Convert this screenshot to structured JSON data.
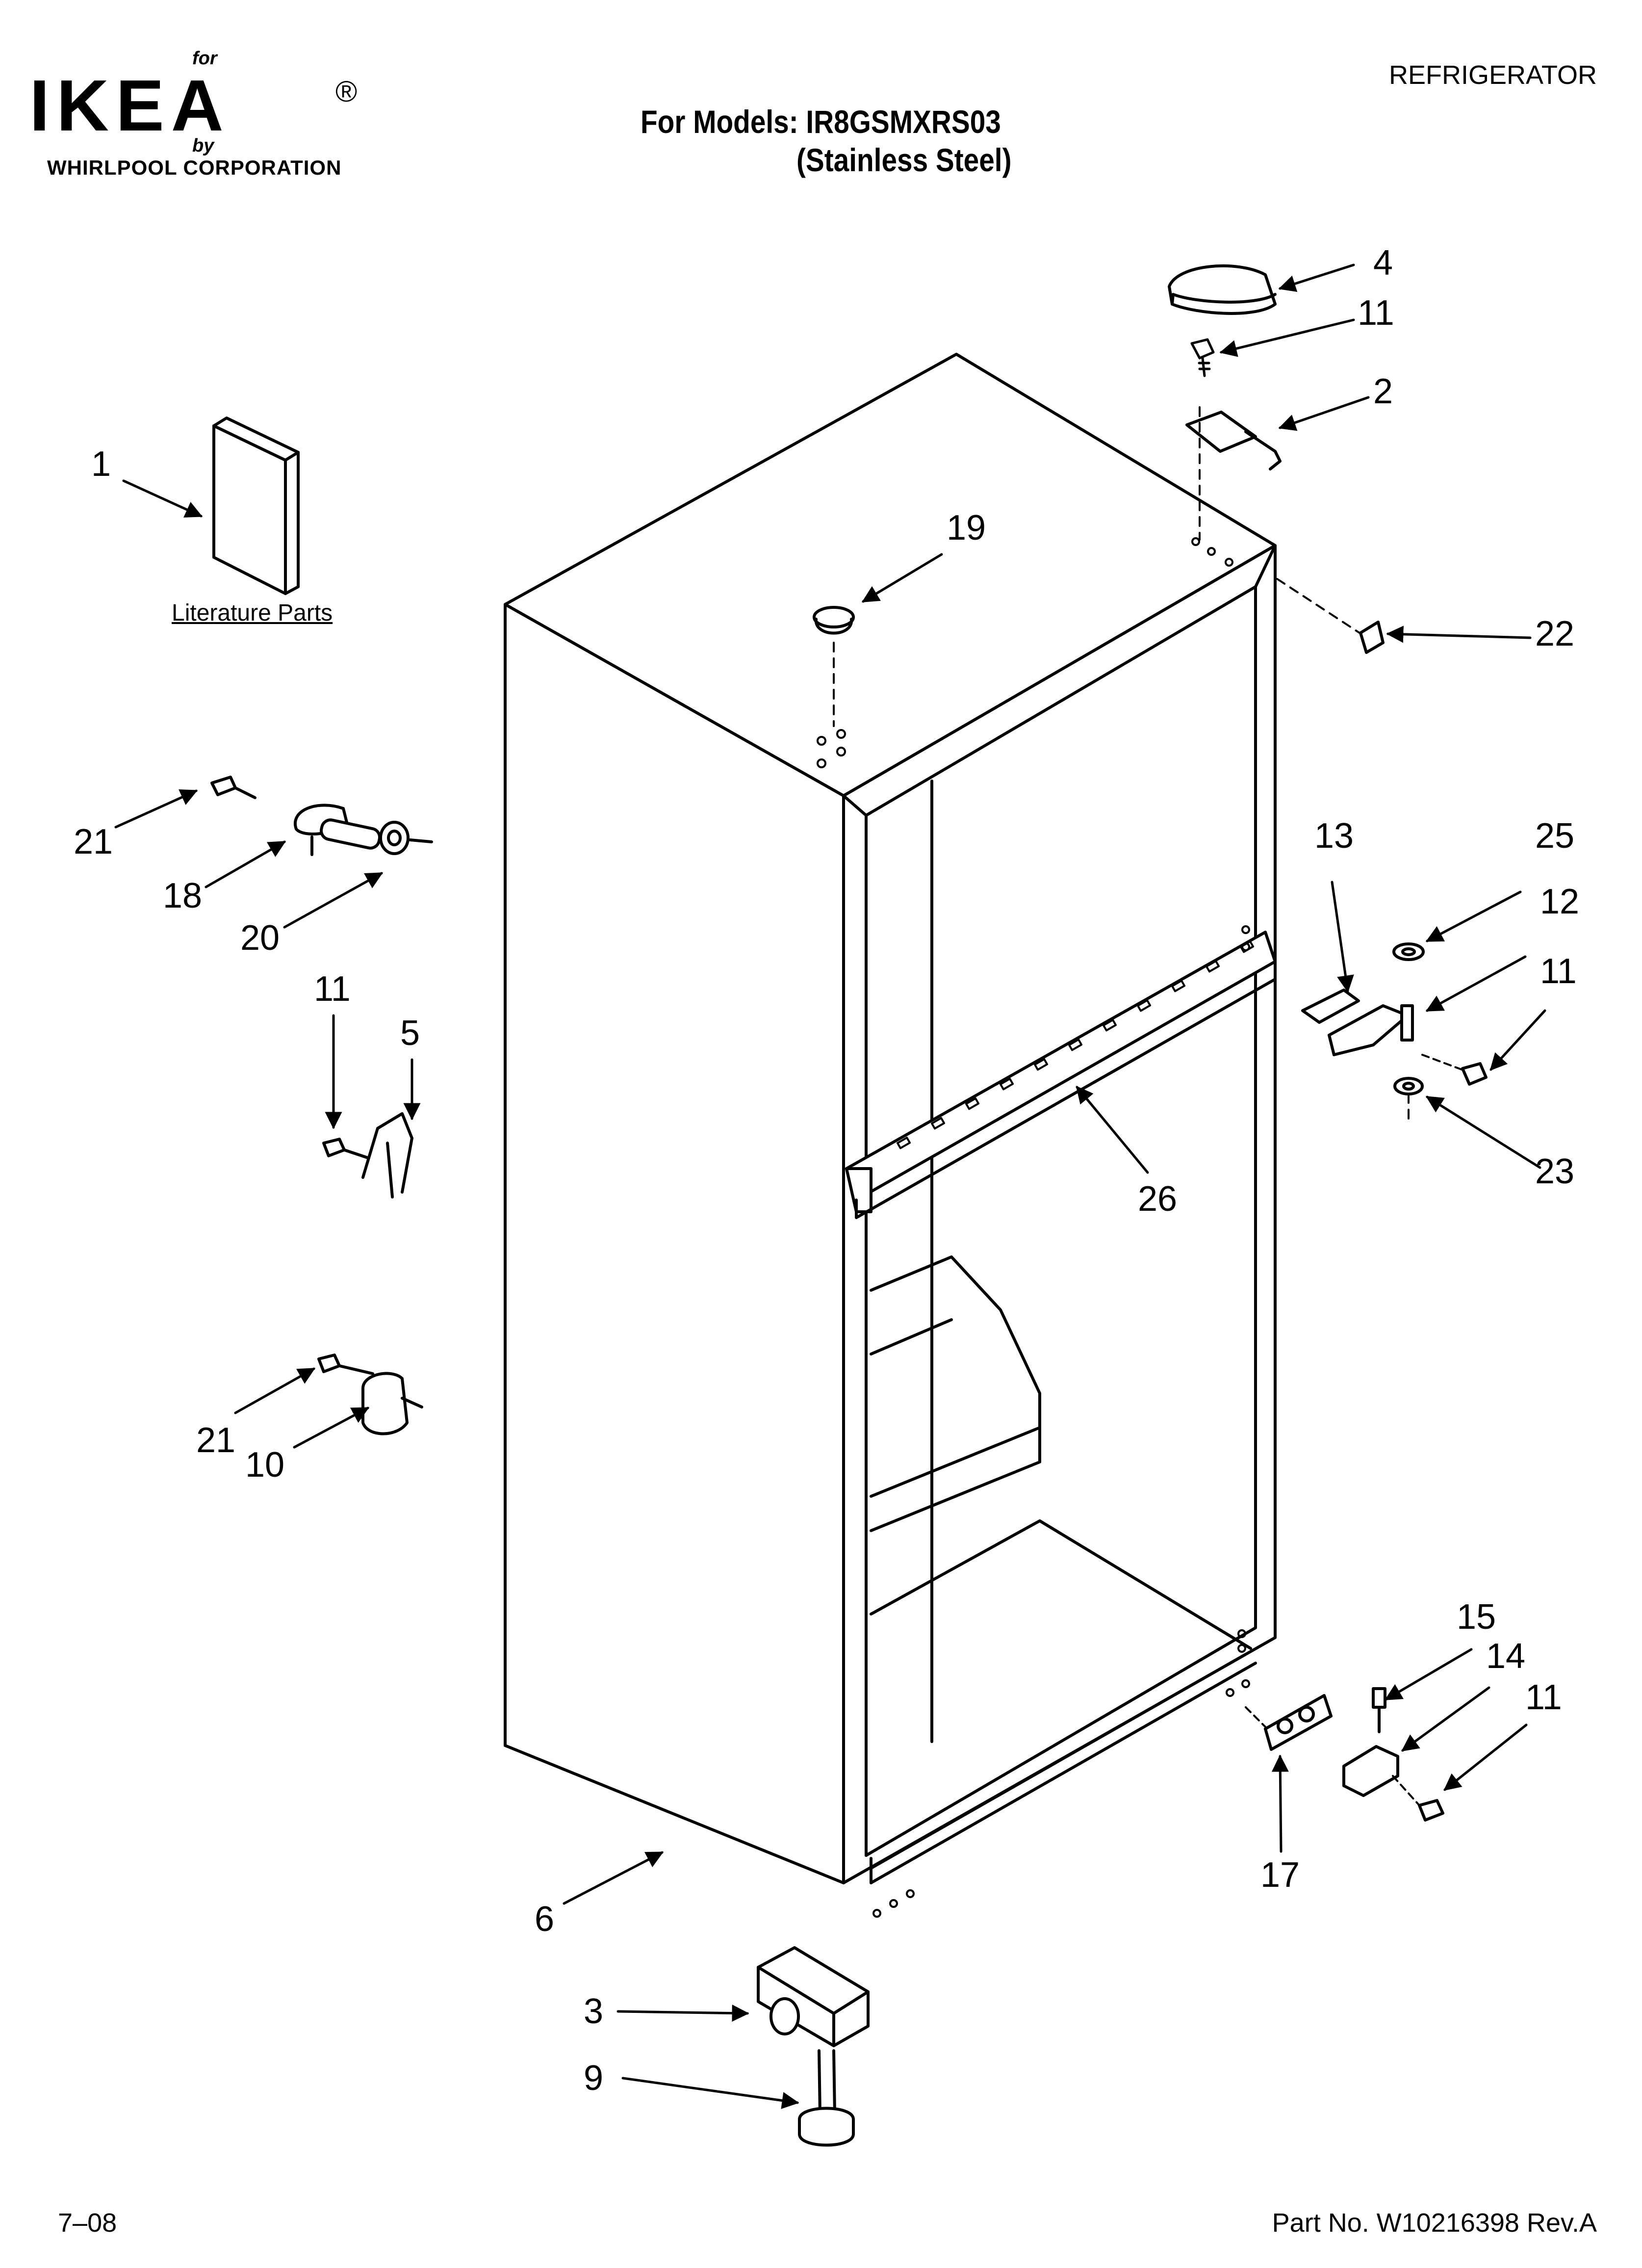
{
  "header": {
    "logo_for": "for",
    "logo_brand": "IKEA",
    "logo_registered": "®",
    "logo_by": "by",
    "logo_company": "WHIRLPOOL  CORPORATION",
    "doc_type": "REFRIGERATOR",
    "models_line": "For Models: IR8GSMXRS03",
    "models_subline": "(Stainless Steel)"
  },
  "diagram": {
    "literature_label": "Literature Parts",
    "callouts": [
      {
        "id": "c1",
        "label": "1"
      },
      {
        "id": "c4",
        "label": "4"
      },
      {
        "id": "c11a",
        "label": "11"
      },
      {
        "id": "c2",
        "label": "2"
      },
      {
        "id": "c19",
        "label": "19"
      },
      {
        "id": "c22",
        "label": "22"
      },
      {
        "id": "c21a",
        "label": "21"
      },
      {
        "id": "c18",
        "label": "18"
      },
      {
        "id": "c20",
        "label": "20"
      },
      {
        "id": "c11b",
        "label": "11"
      },
      {
        "id": "c5",
        "label": "5"
      },
      {
        "id": "c13",
        "label": "13"
      },
      {
        "id": "c25",
        "label": "25"
      },
      {
        "id": "c12",
        "label": "12"
      },
      {
        "id": "c11c",
        "label": "11"
      },
      {
        "id": "c23",
        "label": "23"
      },
      {
        "id": "c26",
        "label": "26"
      },
      {
        "id": "c21b",
        "label": "21"
      },
      {
        "id": "c10",
        "label": "10"
      },
      {
        "id": "c15",
        "label": "15"
      },
      {
        "id": "c14",
        "label": "14"
      },
      {
        "id": "c11d",
        "label": "11"
      },
      {
        "id": "c17",
        "label": "17"
      },
      {
        "id": "c6",
        "label": "6"
      },
      {
        "id": "c3",
        "label": "3"
      },
      {
        "id": "c9",
        "label": "9"
      }
    ]
  },
  "footer": {
    "date": "7–08",
    "part_number": "Part No. W10216398 Rev.A"
  }
}
